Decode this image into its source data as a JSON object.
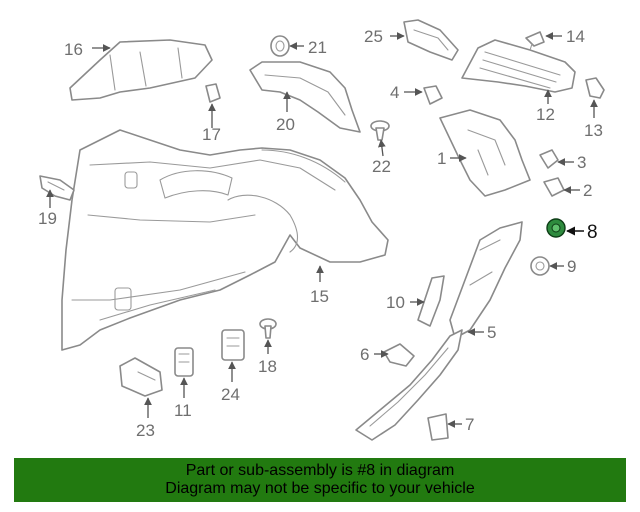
{
  "callouts": [
    {
      "id": "1",
      "label": "1"
    },
    {
      "id": "2",
      "label": "2"
    },
    {
      "id": "3",
      "label": "3"
    },
    {
      "id": "4",
      "label": "4"
    },
    {
      "id": "5",
      "label": "5"
    },
    {
      "id": "6",
      "label": "6"
    },
    {
      "id": "7",
      "label": "7"
    },
    {
      "id": "8",
      "label": "8",
      "highlighted": true
    },
    {
      "id": "9",
      "label": "9"
    },
    {
      "id": "10",
      "label": "10"
    },
    {
      "id": "11",
      "label": "11"
    },
    {
      "id": "12",
      "label": "12"
    },
    {
      "id": "13",
      "label": "13"
    },
    {
      "id": "14",
      "label": "14"
    },
    {
      "id": "15",
      "label": "15"
    },
    {
      "id": "16",
      "label": "16"
    },
    {
      "id": "17",
      "label": "17"
    },
    {
      "id": "18",
      "label": "18"
    },
    {
      "id": "19",
      "label": "19"
    },
    {
      "id": "20",
      "label": "20"
    },
    {
      "id": "21",
      "label": "21"
    },
    {
      "id": "22",
      "label": "22"
    },
    {
      "id": "23",
      "label": "23"
    },
    {
      "id": "24",
      "label": "24"
    },
    {
      "id": "25",
      "label": "25"
    }
  ],
  "banner": {
    "line1": "Part or sub-assembly is #8 in diagram",
    "line2": "Diagram may not be specific to your vehicle"
  },
  "colors": {
    "banner_bg": "#227a10",
    "highlight_part": "#2e8b3e",
    "part_stroke": "#8a8a8a"
  }
}
